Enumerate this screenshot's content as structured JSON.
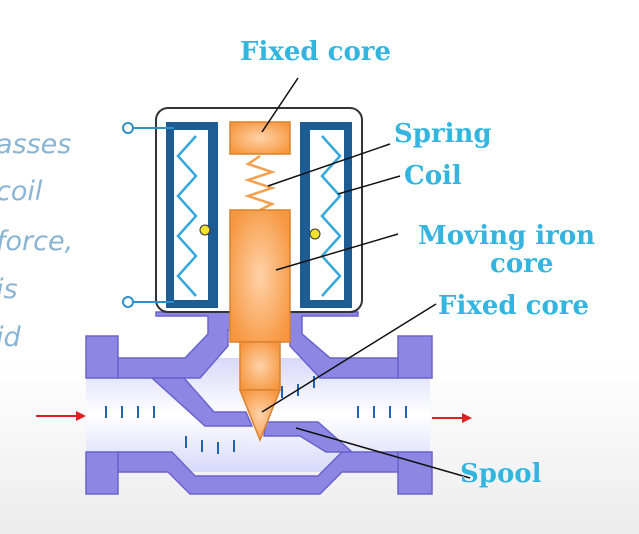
{
  "labels": {
    "fixed_core_top": "Fixed core",
    "spring": "Spring",
    "coil": "Coil",
    "moving_core_line1": "Moving iron",
    "moving_core_line2": "core",
    "fixed_core_bottom": "Fixed core",
    "spool": "Spool"
  },
  "side_text": [
    "asses",
    "coil",
    "force,",
    "is",
    "id"
  ],
  "colors": {
    "label": "#33b5e0",
    "body": "#8d87e3",
    "coil_frame": "#1e5c94",
    "coil_wire": "#34a8de",
    "core": "#f8a25a",
    "flow_arrow": "#e02020"
  }
}
